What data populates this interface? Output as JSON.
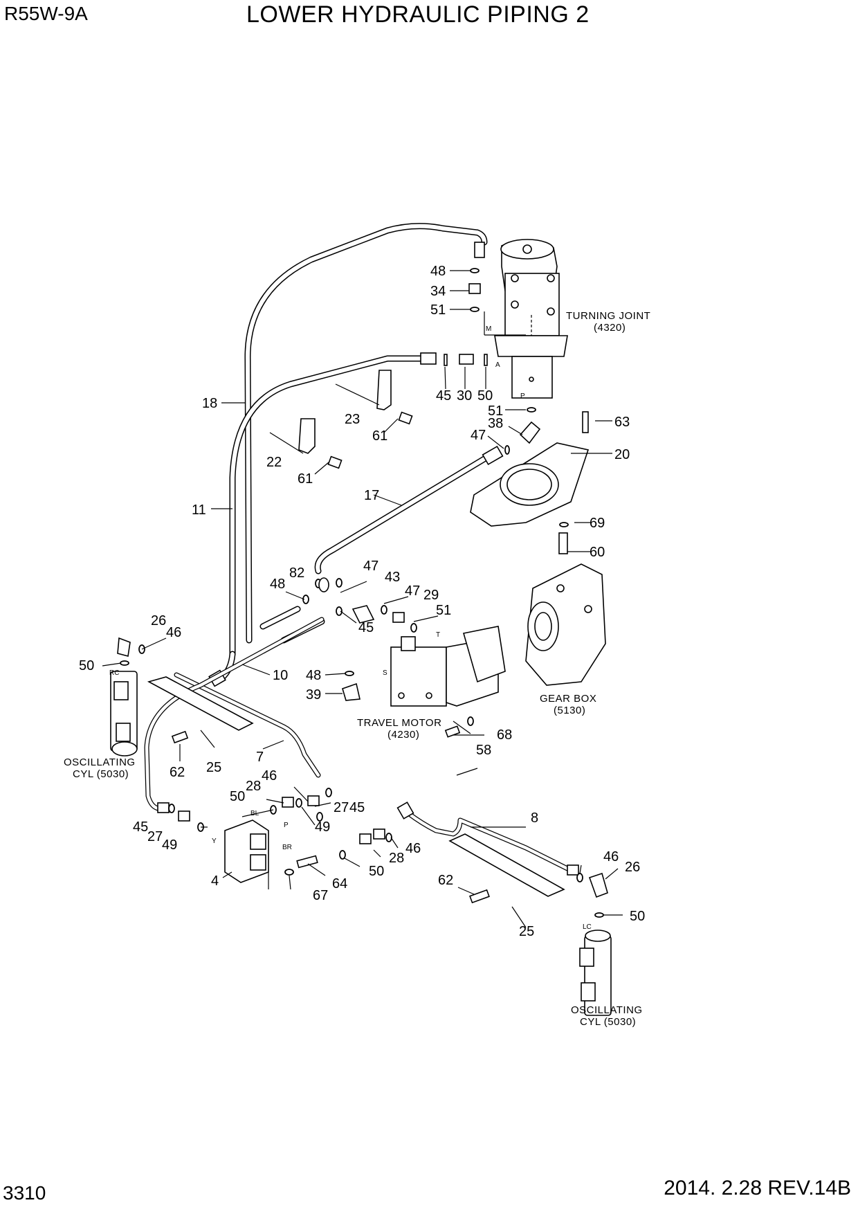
{
  "header": {
    "model": "R55W-9A",
    "title": "LOWER HYDRAULIC PIPING 2"
  },
  "footer": {
    "page": "3310",
    "date_rev": "2014. 2.28  REV.14B"
  },
  "components": {
    "turning_joint": {
      "name": "TURNING JOINT",
      "ref": "(4320)"
    },
    "gear_box": {
      "name": "GEAR BOX",
      "ref": "(5130)"
    },
    "travel_motor": {
      "name": "TRAVEL MOTOR",
      "ref": "(4230)"
    },
    "osc_cyl_left": {
      "name": "OSCILLATING",
      "ref": "CYL (5030)"
    },
    "osc_cyl_right": {
      "name": "OSCILLATING",
      "ref": "CYL (5030)"
    }
  },
  "ports": {
    "m": "M",
    "a": "A",
    "p_tj": "P",
    "t": "T",
    "s": "S",
    "rc": "RC",
    "lc": "LC",
    "bl": "BL",
    "p_valve": "P",
    "br": "BR",
    "y": "Y"
  },
  "callouts": {
    "c48a": "48",
    "c34": "34",
    "c51a": "51",
    "c45a": "45",
    "c30": "30",
    "c50a": "50",
    "c51b": "51",
    "c38": "38",
    "c47a": "47",
    "c63": "63",
    "c20": "20",
    "c18": "18",
    "c23": "23",
    "c61a": "61",
    "c22": "22",
    "c61b": "61",
    "c11": "11",
    "c17": "17",
    "c69": "69",
    "c60": "60",
    "c82": "82",
    "c48b": "48",
    "c47b": "47",
    "c43": "43",
    "c47c": "47",
    "c29": "29",
    "c51c": "51",
    "c45b": "45",
    "c26a": "26",
    "c46a": "46",
    "c50b": "50",
    "c10": "10",
    "c48c": "48",
    "c39": "39",
    "c68": "68",
    "c58": "58",
    "c62a": "62",
    "c25a": "25",
    "c7": "7",
    "c50c": "50",
    "c28a": "28",
    "c46b": "46",
    "c27a": "27",
    "c45c": "45",
    "c45d": "45",
    "c27b": "27",
    "c49a": "49",
    "c49b": "49",
    "c8": "8",
    "c46c": "46",
    "c28b": "28",
    "c50d": "50",
    "c4": "4",
    "c64": "64",
    "c67": "67",
    "c46d": "46",
    "c26b": "26",
    "c62b": "62",
    "c25b": "25",
    "c50e": "50"
  }
}
